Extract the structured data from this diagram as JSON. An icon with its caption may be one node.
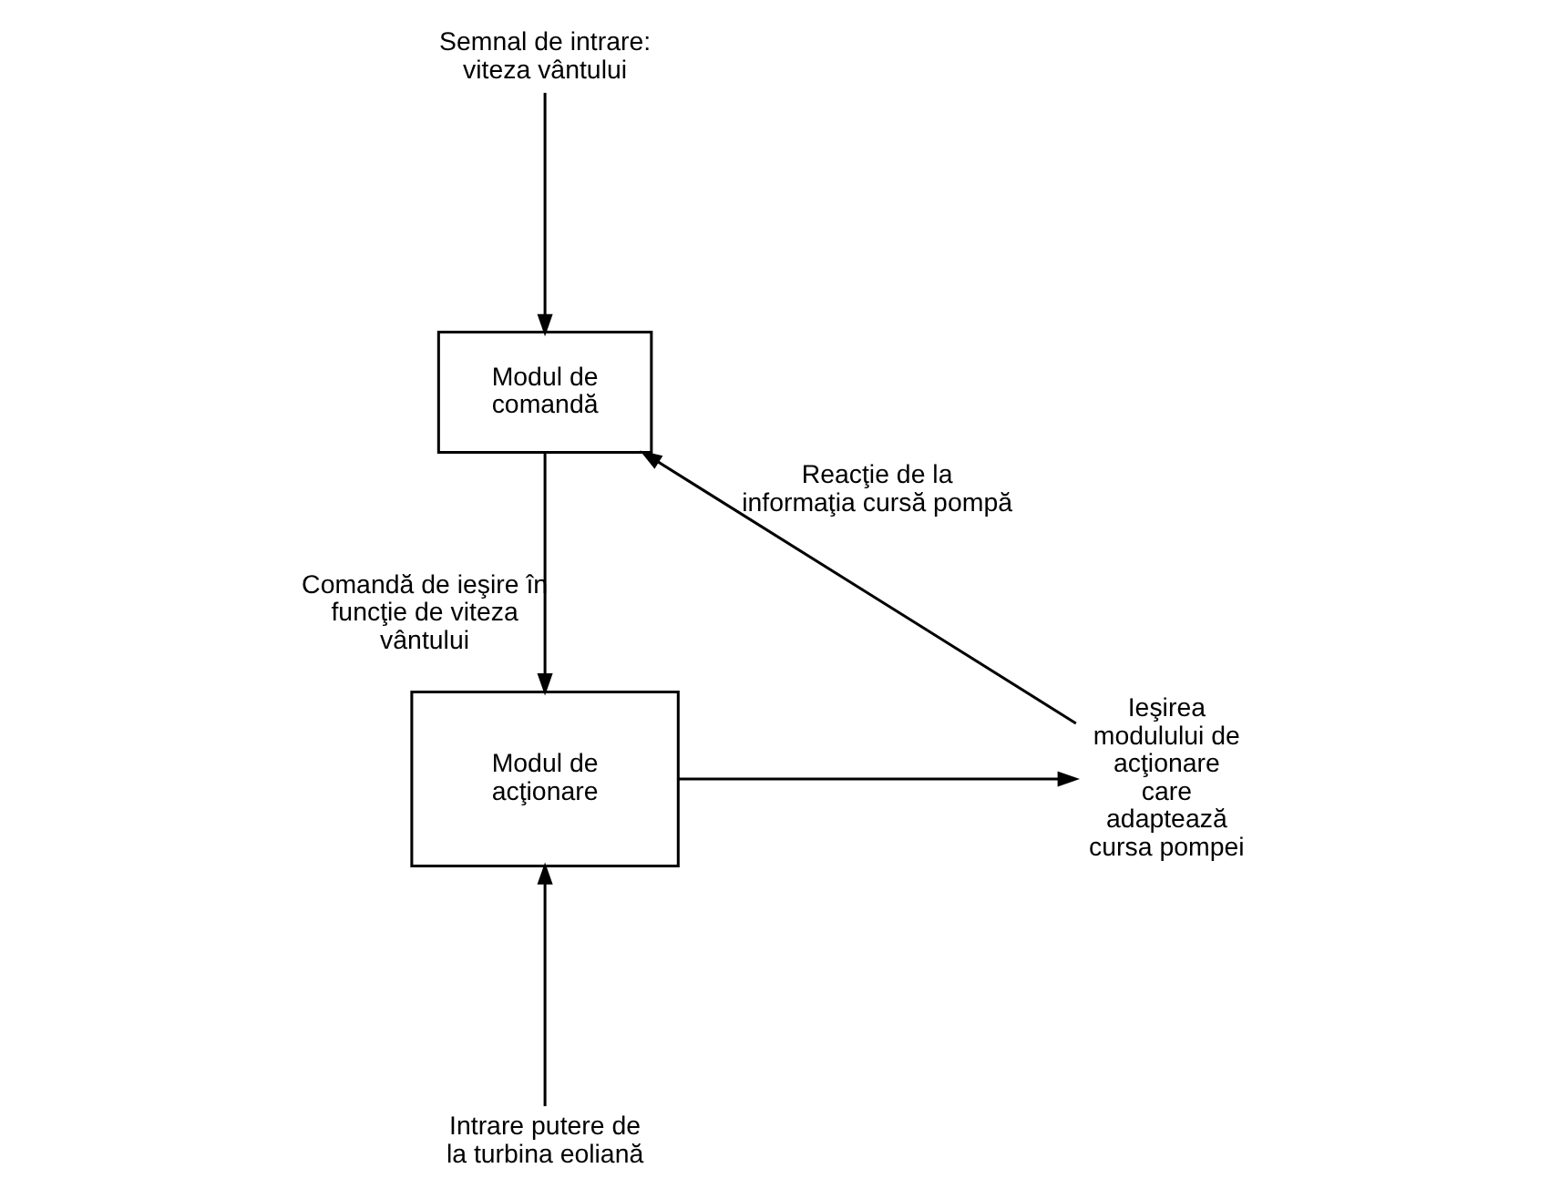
{
  "diagram": {
    "nodes": [
      {
        "text": [
          "Semnal de intrare: viteza vântului"
        ]
      },
      {
        "text": [
          "Modul de comandă"
        ]
      },
      {
        "text": [
          "Modul de acţionare"
        ]
      },
      {
        "text": [
          "Intrare putere de la turbina eoliană"
        ]
      },
      {
        "text": [
          "Ieşirea modulului de acţionare care adaptează cursa pompei"
        ]
      }
    ],
    "edges": [
      {
        "from": 0,
        "to": 1,
        "arrow": "to"
      },
      {
        "from": 1,
        "to": 2,
        "arrow": "to",
        "label": "Comandă de ieşire în funcţie de viteza vântului"
      },
      {
        "from": 3,
        "to": 2,
        "arrow": "to"
      },
      {
        "from": 2,
        "to": 4,
        "arrow": "to"
      },
      {
        "from": 4,
        "to": 1,
        "arrow": "to",
        "label": "Reacţie de la informaţia cursă pompă"
      }
    ]
  }
}
